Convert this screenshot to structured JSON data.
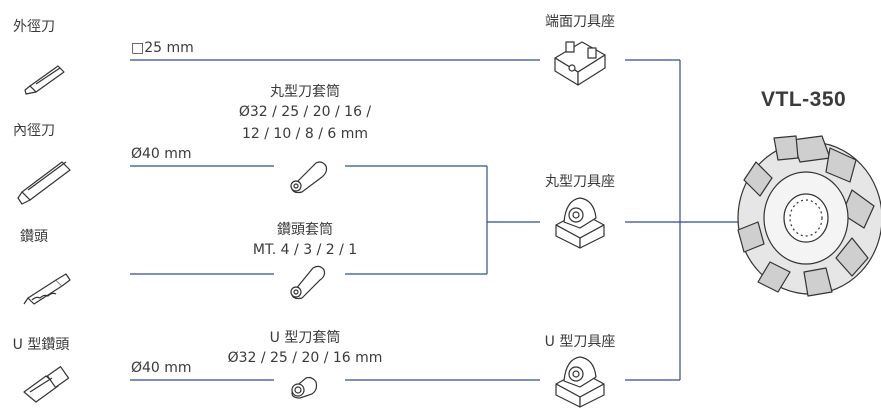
{
  "title": "VTL-350",
  "tools": [
    {
      "name": "外徑刀"
    },
    {
      "name": "內徑刀"
    },
    {
      "name": "鑽頭"
    },
    {
      "name": "U 型鑽頭"
    }
  ],
  "sizes": {
    "square": "□25 mm",
    "round_d40_a": "Ø40 mm",
    "round_d40_b": "Ø40 mm"
  },
  "sleeves": {
    "round": {
      "title": "丸型刀套筒",
      "line1": "Ø32 / 25 / 20 / 16 /",
      "line2": "12 / 10 / 8 / 6 mm"
    },
    "drill": {
      "title": "鑽頭套筒",
      "line1": "MT. 4 / 3 / 2 / 1"
    },
    "u": {
      "title": "U 型刀套筒",
      "line1": "Ø32 / 25 / 20 / 16 mm"
    }
  },
  "holders": {
    "face": "端面刀具座",
    "round": "丸型刀具座",
    "u": "U 型刀具座"
  },
  "colors": {
    "line": "#2f4f8f",
    "ink": "#3a3a3a"
  }
}
